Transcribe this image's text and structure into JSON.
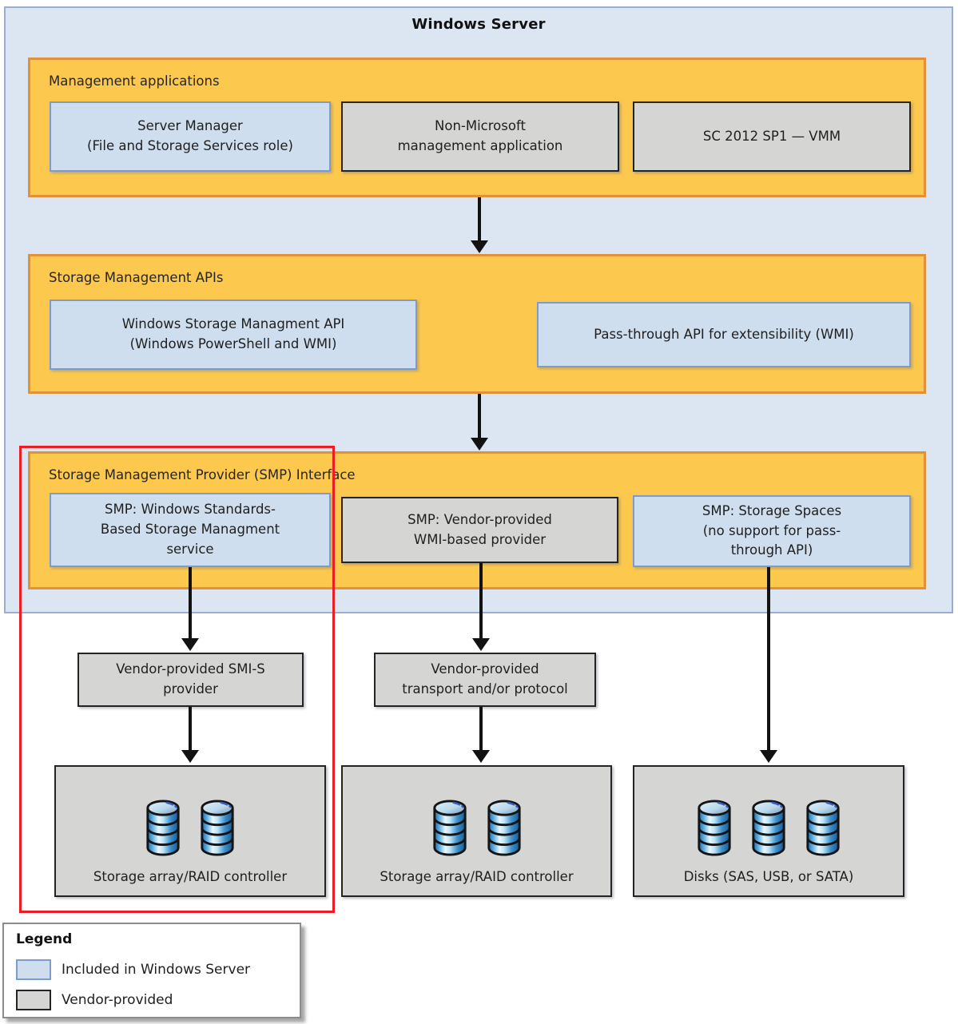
{
  "diagram": {
    "title": "Windows Server",
    "bands": {
      "management": {
        "label": "Management applications",
        "boxes": {
          "server_manager": "Server Manager\n(File and Storage Services role)",
          "non_microsoft": "Non-Microsoft\nmanagement application",
          "vmm": "SC 2012 SP1 — VMM"
        }
      },
      "apis": {
        "label": "Storage Management APIs",
        "boxes": {
          "wsm_api": "Windows Storage Managment API\n(Windows PowerShell and WMI)",
          "passthrough": "Pass-through API for extensibility (WMI)"
        }
      },
      "smp": {
        "label": "Storage Management Provider (SMP) Interface",
        "boxes": {
          "standards": "SMP: Windows Standards-\nBased Storage Managment\nservice",
          "wmi_provider": "SMP: Vendor-provided\nWMI-based provider",
          "storage_spaces": "SMP: Storage Spaces\n(no support for pass-\nthrough API)"
        }
      }
    },
    "middle": {
      "smis_provider": "Vendor-provided SMI-S\nprovider",
      "transport": "Vendor-provided\ntransport and/or protocol"
    },
    "bottom": {
      "array1": "Storage array/RAID controller",
      "array2": "Storage array/RAID controller",
      "disks": "Disks (SAS, USB, or SATA)"
    },
    "legend": {
      "title": "Legend",
      "items": [
        {
          "label": "Included in Windows Server",
          "swatch_color": "#cfdeee"
        },
        {
          "label": "Vendor-provided",
          "swatch_color": "#d5d5d3"
        }
      ]
    },
    "colors": {
      "included_fill": "#cfdeee",
      "included_border": "#7d9cc9",
      "vendor_fill": "#d5d5d3",
      "vendor_border": "#242424",
      "band_fill": "#fcc84e",
      "band_border": "#e0913a",
      "outer_fill": "#dce5f2",
      "outer_border": "#9dadd2",
      "highlight_red": "#ee1c23",
      "arrow_black": "#121212"
    }
  }
}
